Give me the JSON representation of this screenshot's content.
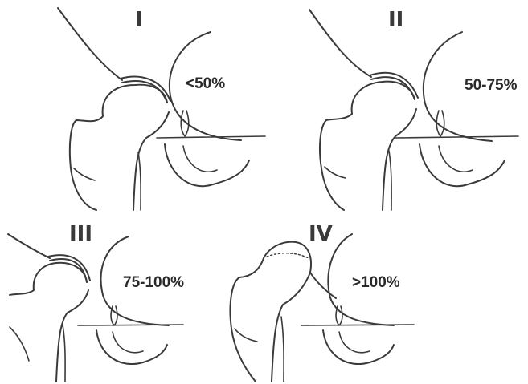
{
  "panels": [
    {
      "grade": "I",
      "coverage": "<50%"
    },
    {
      "grade": "II",
      "coverage": "50-75%"
    },
    {
      "grade": "III",
      "coverage": "75-100%"
    },
    {
      "grade": "IV",
      "coverage": ">100%"
    }
  ]
}
